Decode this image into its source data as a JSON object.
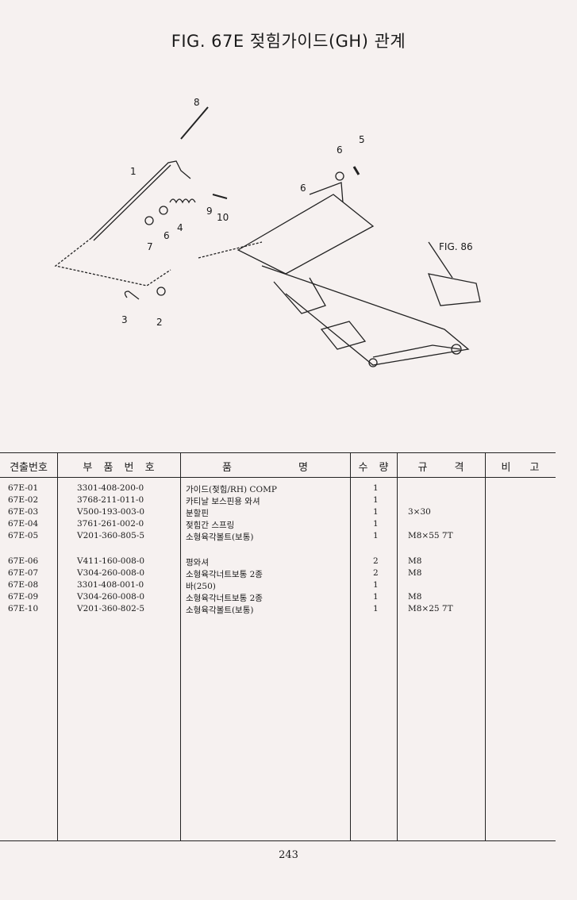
{
  "title": "FIG. 67E 젖힘가이드(GH) 관계",
  "diagram": {
    "callouts": [
      "8",
      "1",
      "6",
      "5",
      "6",
      "9",
      "10",
      "4",
      "6",
      "7",
      "3",
      "2"
    ],
    "ref_label": "FIG. 86"
  },
  "table": {
    "headers": {
      "code": "견출번호",
      "part_no": "부 품 번 호",
      "name": "품 명",
      "qty": "수 량",
      "spec": "규 격",
      "remark": "비 고"
    },
    "rows": [
      {
        "code": "67E-01",
        "part_no": "3301-408-200-0",
        "name": "가이드(젖힘/RH) COMP",
        "qty": "1",
        "spec": ""
      },
      {
        "code": "67E-02",
        "part_no": "3768-211-011-0",
        "name": "카티날 보스핀용 와셔",
        "qty": "1",
        "spec": ""
      },
      {
        "code": "67E-03",
        "part_no": "V500-193-003-0",
        "name": "분할핀",
        "qty": "1",
        "spec": "3×30"
      },
      {
        "code": "67E-04",
        "part_no": "3761-261-002-0",
        "name": "젖힘간 스프링",
        "qty": "1",
        "spec": ""
      },
      {
        "code": "67E-05",
        "part_no": "V201-360-805-5",
        "name": "소형육각볼트(보통)",
        "qty": "1",
        "spec": "M8×55 7T"
      },
      {
        "code": "67E-06",
        "part_no": "V411-160-008-0",
        "name": "평와셔",
        "qty": "2",
        "spec": "M8"
      },
      {
        "code": "67E-07",
        "part_no": "V304-260-008-0",
        "name": "소형육각너트보통 2종",
        "qty": "2",
        "spec": "M8"
      },
      {
        "code": "67E-08",
        "part_no": "3301-408-001-0",
        "name": "바(250)",
        "qty": "1",
        "spec": ""
      },
      {
        "code": "67E-09",
        "part_no": "V304-260-008-0",
        "name": "소형육각너트보통 2종",
        "qty": "1",
        "spec": "M8"
      },
      {
        "code": "67E-10",
        "part_no": "V201-360-802-5",
        "name": "소형육각볼트(보통)",
        "qty": "1",
        "spec": "M8×25 7T"
      }
    ]
  },
  "page_number": "243"
}
